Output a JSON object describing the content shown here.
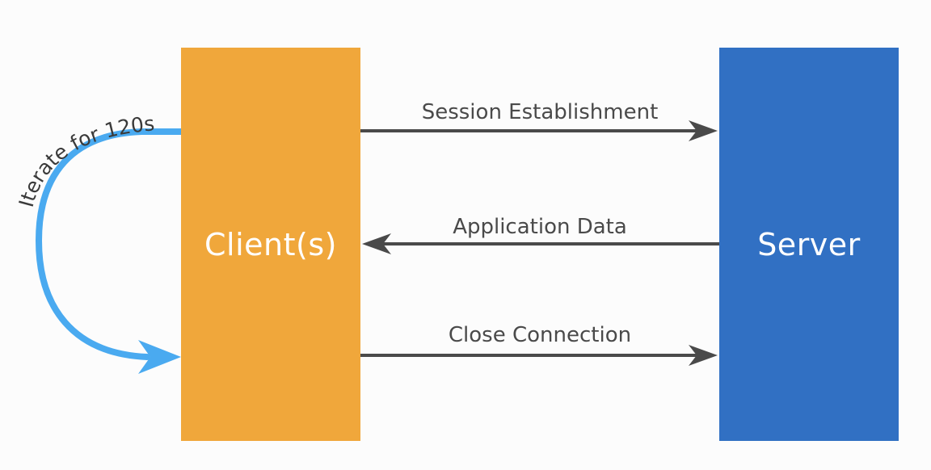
{
  "diagram": {
    "client_label": "Client(s)",
    "server_label": "Server",
    "loop_label": "Iterate for 120s",
    "messages": [
      {
        "label": "Session Establishment",
        "direction": "client-to-server"
      },
      {
        "label": "Application Data",
        "direction": "server-to-client"
      },
      {
        "label": "Close Connection",
        "direction": "client-to-server"
      }
    ]
  },
  "colors": {
    "client": "#f0a73b",
    "server": "#3170c3",
    "loop_arrow": "#4aaaf0",
    "message_arrow": "#4a4a4a"
  }
}
